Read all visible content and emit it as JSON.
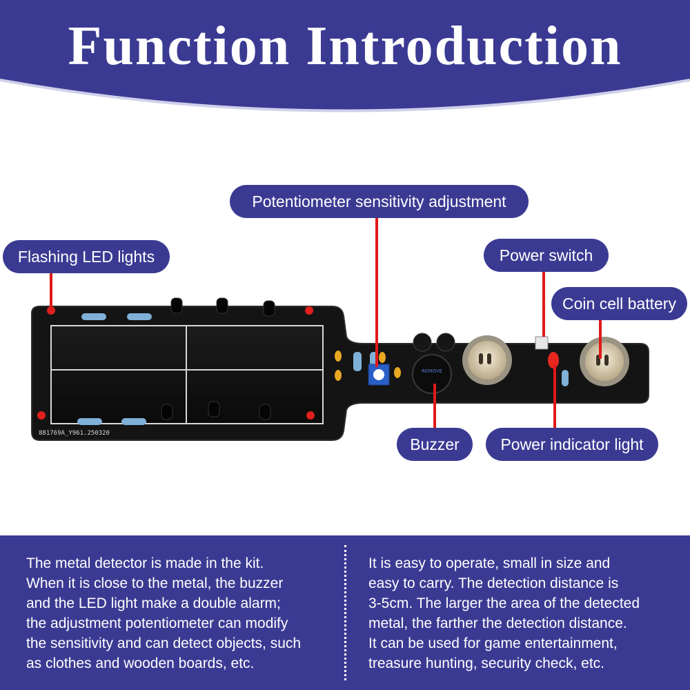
{
  "header": {
    "title": "Function Introduction",
    "background_color": "#3b3a93"
  },
  "callouts": {
    "potentiometer": "Potentiometer sensitivity adjustment",
    "flashing_leds": "Flashing LED lights",
    "power_switch": "Power switch",
    "coin_cell": "Coin cell battery",
    "buzzer": "Buzzer",
    "power_indicator": "Power indicator light",
    "pointer_color": "#e01919"
  },
  "board": {
    "silkscreen_text": "881769A_Y961.250320",
    "board_color": "#111111"
  },
  "footer": {
    "left_lines": [
      "The metal detector is made in the kit.",
      "When it is close to the metal, the buzzer",
      "and the LED light make a double alarm;",
      "the adjustment potentiometer can modify",
      "the sensitivity and can detect objects, such",
      "as clothes and wooden boards, etc."
    ],
    "right_lines": [
      "It is easy to operate, small in size and",
      "easy to carry. The detection distance is",
      "3-5cm. The larger the area of the detected",
      "metal, the farther the detection distance.",
      "It can be used for game entertainment,",
      "treasure hunting, security check, etc."
    ]
  }
}
